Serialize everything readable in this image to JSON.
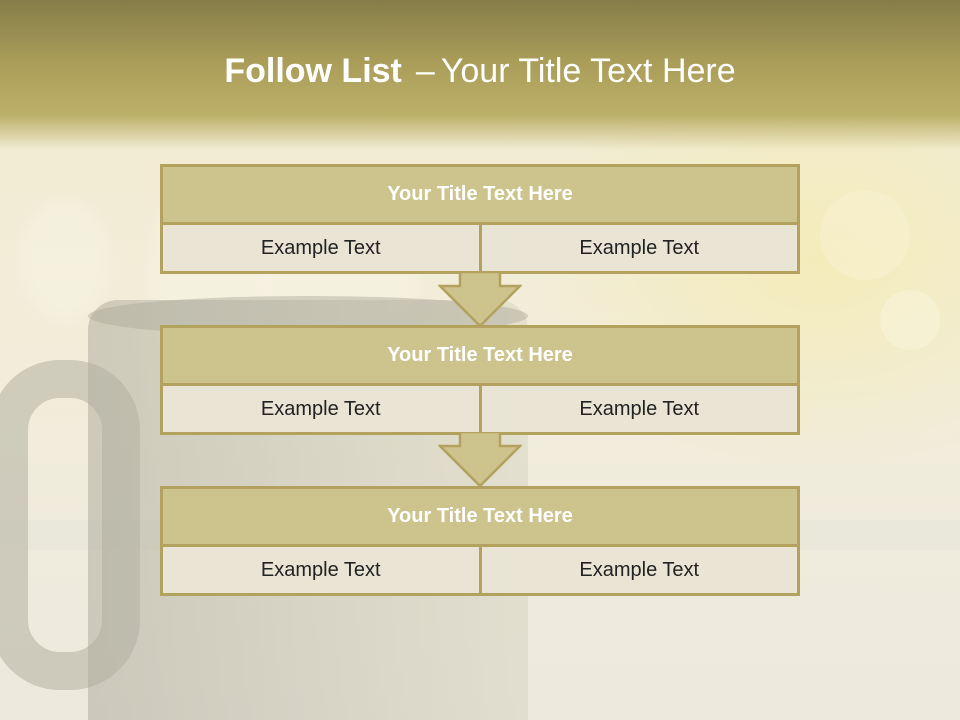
{
  "slide": {
    "title_bold": "Follow List",
    "title_dash": "–",
    "title_rest": "Your Title Text Here"
  },
  "colors": {
    "header": "#a99c58",
    "box_border": "#b3a25e",
    "box_title_fill": "#cdc38c",
    "box_body_fill": "#e9e4d4"
  },
  "stages": [
    {
      "title": "Your Title Text Here",
      "left": "Example Text",
      "right": "Example Text"
    },
    {
      "title": "Your Title Text Here",
      "left": "Example Text",
      "right": "Example Text"
    },
    {
      "title": "Your Title Text Here",
      "left": "Example Text",
      "right": "Example Text"
    }
  ],
  "connectors": [
    "arrow-down-icon",
    "arrow-down-icon"
  ]
}
